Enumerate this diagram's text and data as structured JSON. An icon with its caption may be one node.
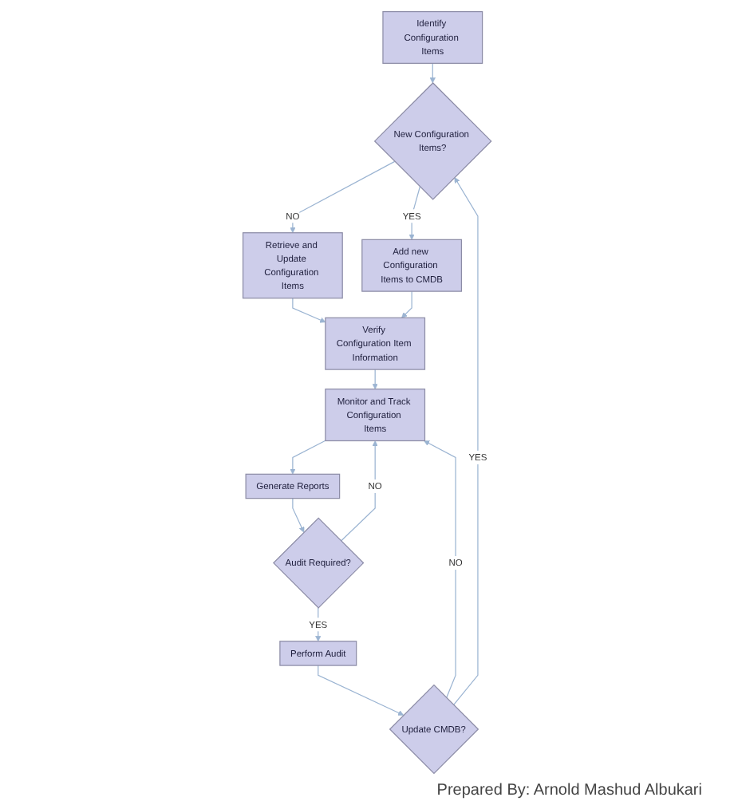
{
  "diagram": {
    "caption": "Prepared By: Arnold Mashud Albukari",
    "nodes": [
      {
        "text": [
          "Identify Configuration Items"
        ]
      },
      {
        "text": [
          "New Configuration Items?"
        ]
      },
      {
        "text": [
          "Retrieve and Update Configuration Items"
        ]
      },
      {
        "text": [
          "Add new Configuration Items to CMDB"
        ]
      },
      {
        "text": [
          "Verify Configuration Item Information"
        ]
      },
      {
        "text": [
          "Monitor and Track Configuration Items"
        ]
      },
      {
        "text": [
          "Update CMDB?"
        ]
      },
      {
        "text": [
          "Generate Reports"
        ]
      },
      {
        "text": [
          "Audit Required?"
        ]
      },
      {
        "text": [
          "Perform Audit"
        ]
      }
    ],
    "edges": [
      {
        "from": 0,
        "to": 1,
        "arrow": "to"
      },
      {
        "from": 1,
        "to": 2,
        "arrow": "to",
        "label": "NO"
      },
      {
        "from": 1,
        "to": 3,
        "arrow": "to",
        "label": "YES"
      },
      {
        "from": 2,
        "to": 4,
        "arrow": "to"
      },
      {
        "from": 3,
        "to": 4,
        "arrow": "to"
      },
      {
        "from": 4,
        "to": 5,
        "arrow": "to"
      },
      {
        "from": 6,
        "to": 5,
        "arrow": "to",
        "label": "NO"
      },
      {
        "from": 6,
        "to": 1,
        "arrow": "to",
        "label": "YES"
      },
      {
        "from": 5,
        "to": 7,
        "arrow": "to"
      },
      {
        "from": 7,
        "to": 8,
        "arrow": "to"
      },
      {
        "from": 8,
        "to": 5,
        "arrow": "to",
        "label": "NO"
      },
      {
        "from": 8,
        "to": 9,
        "arrow": "to",
        "label": "YES"
      },
      {
        "from": 9,
        "to": 6,
        "arrow": "to"
      }
    ]
  }
}
